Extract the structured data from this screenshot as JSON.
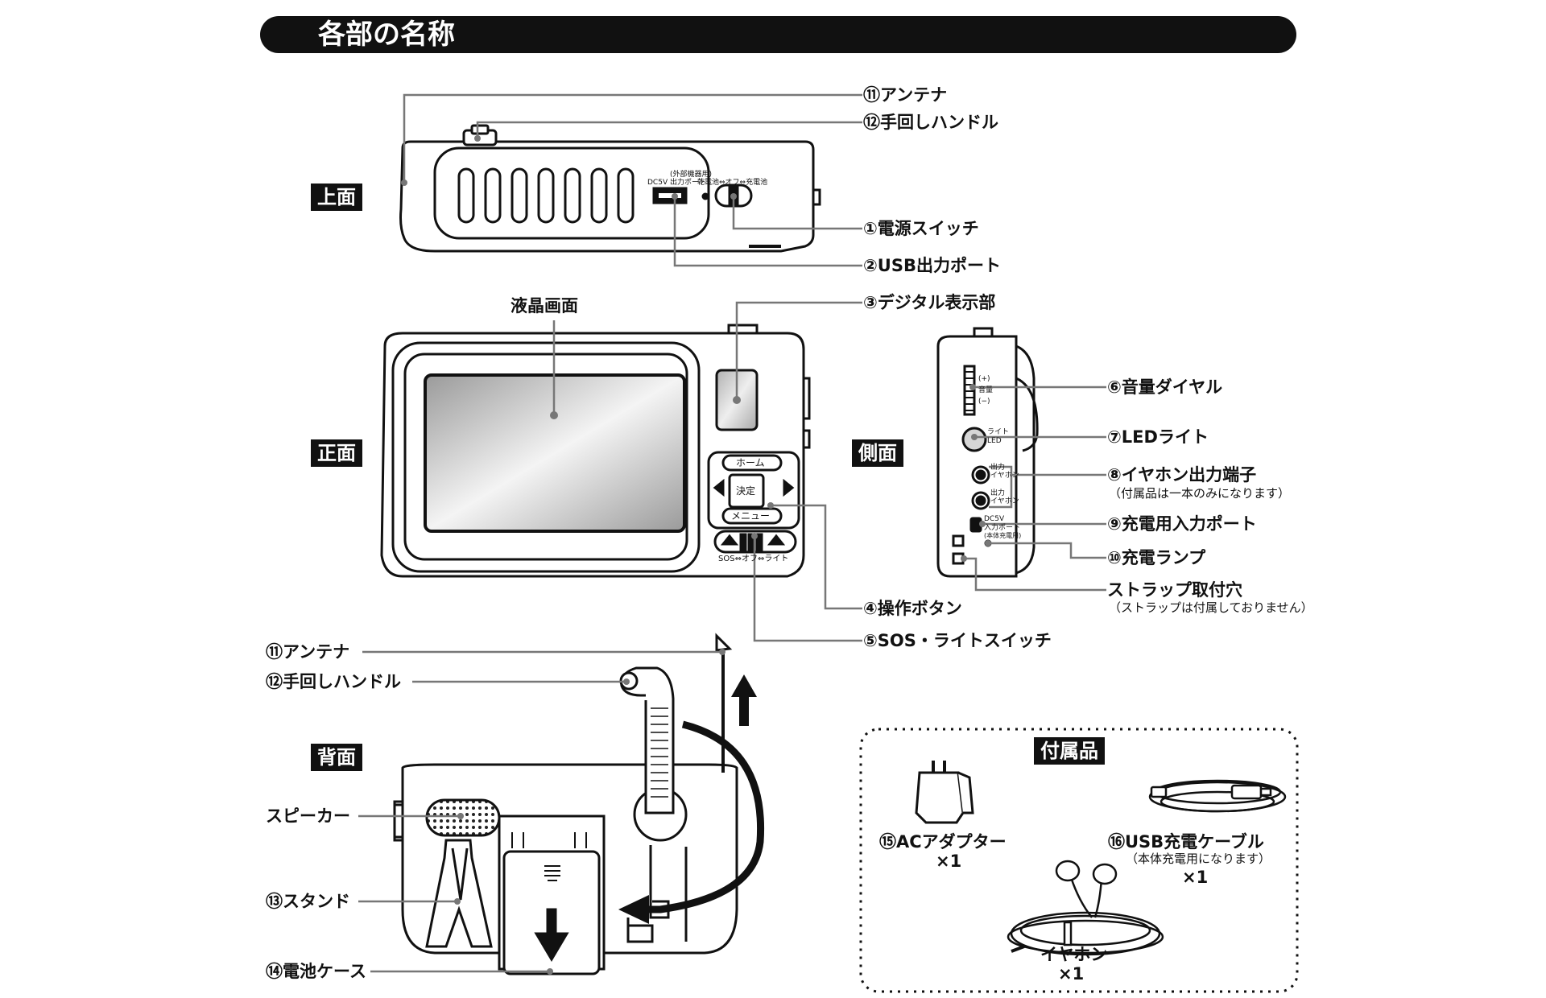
{
  "title": "各部の名称",
  "views": {
    "top": "上面",
    "front": "正面",
    "side": "側面",
    "back": "背面"
  },
  "labels": {
    "antenna": "⑪アンテナ",
    "handle": "⑫手回しハンドル",
    "power_switch": "①電源スイッチ",
    "usb_port": "②USB出力ポート",
    "lcd": "液晶画面",
    "digital_display": "③デジタル表示部",
    "buttons": "④操作ボタン",
    "sos_switch": "⑤SOS・ライトスイッチ",
    "volume": "⑥音量ダイヤル",
    "led": "⑦LEDライト",
    "earphone_jack": "⑧イヤホン出力端子",
    "earphone_jack_note": "（付属品は一本のみになります）",
    "charge_port": "⑨充電用入力ポート",
    "charge_lamp": "⑩充電ランプ",
    "strap_hole": "ストラップ取付穴",
    "strap_note": "（ストラップは付属しておりません）",
    "back_antenna": "⑪アンテナ",
    "back_handle": "⑫手回しハンドル",
    "speaker": "スピーカー",
    "stand": "⑬スタンド",
    "battery_case": "⑭電池ケース"
  },
  "device_text": {
    "usb_note": "(外部機器用)",
    "usb_spec": "DC5V 出力ポート",
    "switch_text": "乾電池⇔オフ⇔充電池",
    "home": "ホーム",
    "ok": "決定",
    "menu": "メニュー",
    "sos_text": "SOS⇔オフ⇔ライト",
    "vol_plus": "(+)",
    "vol_name": "音量",
    "vol_minus": "(−)",
    "light": "ライト",
    "led_text": "LED",
    "out1": "出力",
    "earphone1": "イヤホン",
    "out2": "出力",
    "earphone2": "イヤホン",
    "dc5v": "DC5V",
    "input_port": "入力ポート",
    "input_note": "(本体充電用)"
  },
  "accessories": {
    "heading": "付属品",
    "adapter": "⑮ACアダプター",
    "adapter_qty": "×1",
    "usb_cable": "⑯USB充電ケーブル",
    "usb_cable_note": "（本体充電用になります）",
    "usb_cable_qty": "×1",
    "earphone": "イヤホン",
    "earphone_qty": "×1"
  }
}
